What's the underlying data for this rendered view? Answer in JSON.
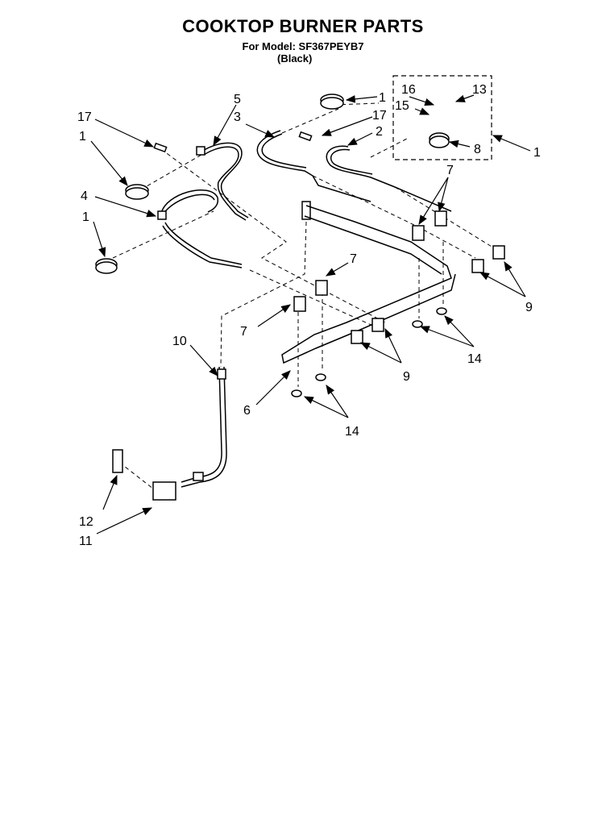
{
  "title": "COOKTOP BURNER PARTS",
  "model_line": "For Model: SF367PEYB7",
  "color_line": "(Black)",
  "callouts": [
    "1",
    "2",
    "3",
    "4",
    "5",
    "6",
    "7",
    "8",
    "9",
    "10",
    "11",
    "12",
    "13",
    "14",
    "15",
    "16",
    "17"
  ]
}
